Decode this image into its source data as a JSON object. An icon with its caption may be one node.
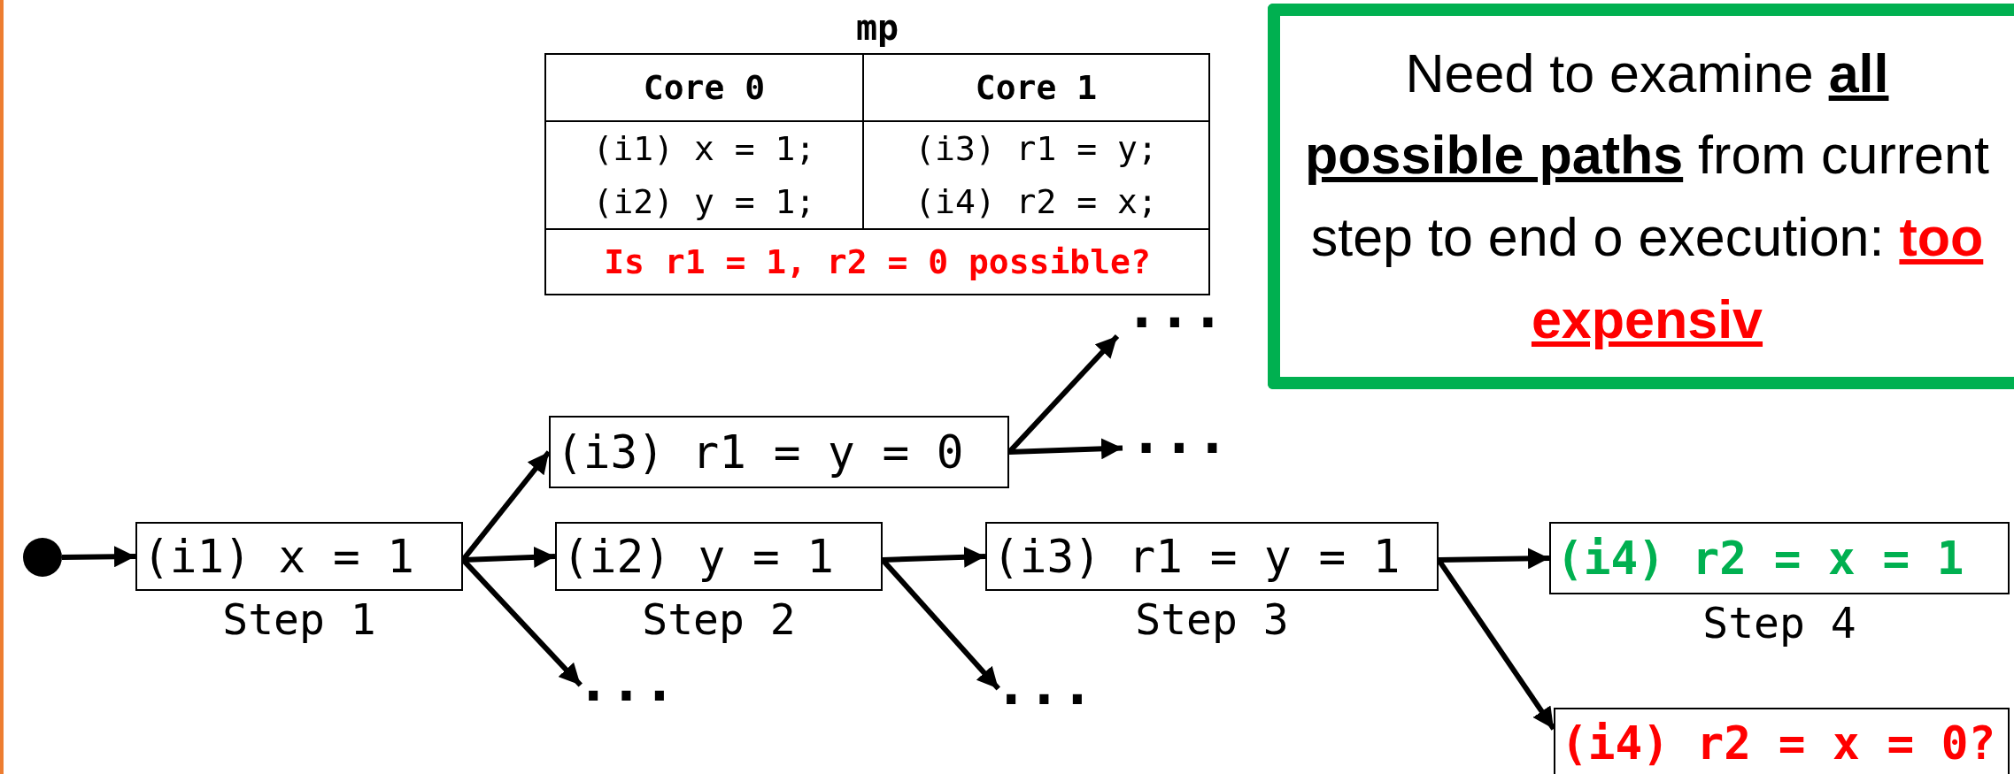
{
  "diagram": {
    "nodes": [
      {
        "text": [],
        "shape": "circle"
      },
      {
        "text": [
          "(i1) x = 1"
        ],
        "beside": [
          "Step 1"
        ]
      },
      {
        "text": [
          "(i3) r1 = y = 0"
        ]
      },
      {
        "text": [
          "(i2) y = 1"
        ],
        "beside": [
          "Step 2"
        ]
      },
      {
        "text": [
          "..."
        ]
      },
      {
        "text": [
          "..."
        ]
      },
      {
        "text": [
          "..."
        ]
      },
      {
        "text": [
          "(i3) r1 = y = 1"
        ],
        "beside": [
          "Step 3"
        ]
      },
      {
        "text": [
          "..."
        ]
      },
      {
        "text": [
          "(i4) r2 = x = 1"
        ],
        "beside": [
          "Step 4"
        ]
      },
      {
        "text": [
          "(i4) r2 = x = 0?"
        ]
      },
      {
        "text": [
          "Need to examine **all** **possible paths** from current step to end o execution: **too expensiv**"
        ]
      }
    ],
    "edges": [
      {
        "from": 0,
        "to": 1,
        "arrow": "to"
      },
      {
        "from": 1,
        "to": 2,
        "arrow": "to"
      },
      {
        "from": 1,
        "to": 3,
        "arrow": "to"
      },
      {
        "from": 1,
        "to": 4,
        "arrow": "to"
      },
      {
        "from": 2,
        "to": 5,
        "arrow": "to"
      },
      {
        "from": 2,
        "to": 6,
        "arrow": "to"
      },
      {
        "from": 3,
        "to": 7,
        "arrow": "to"
      },
      {
        "from": 3,
        "to": 8,
        "arrow": "to"
      },
      {
        "from": 7,
        "to": 9,
        "arrow": "to"
      },
      {
        "from": 7,
        "to": 10,
        "arrow": "to"
      }
    ],
    "labels": [
      "mp",
      "Core 0",
      "Core 1",
      "(i1) x = 1;",
      "(i3) r1 = y;",
      "(i2) y = 1;",
      "(i4) r2 = x;",
      "Is r1 = 1, r2 = 0 possible?"
    ]
  }
}
